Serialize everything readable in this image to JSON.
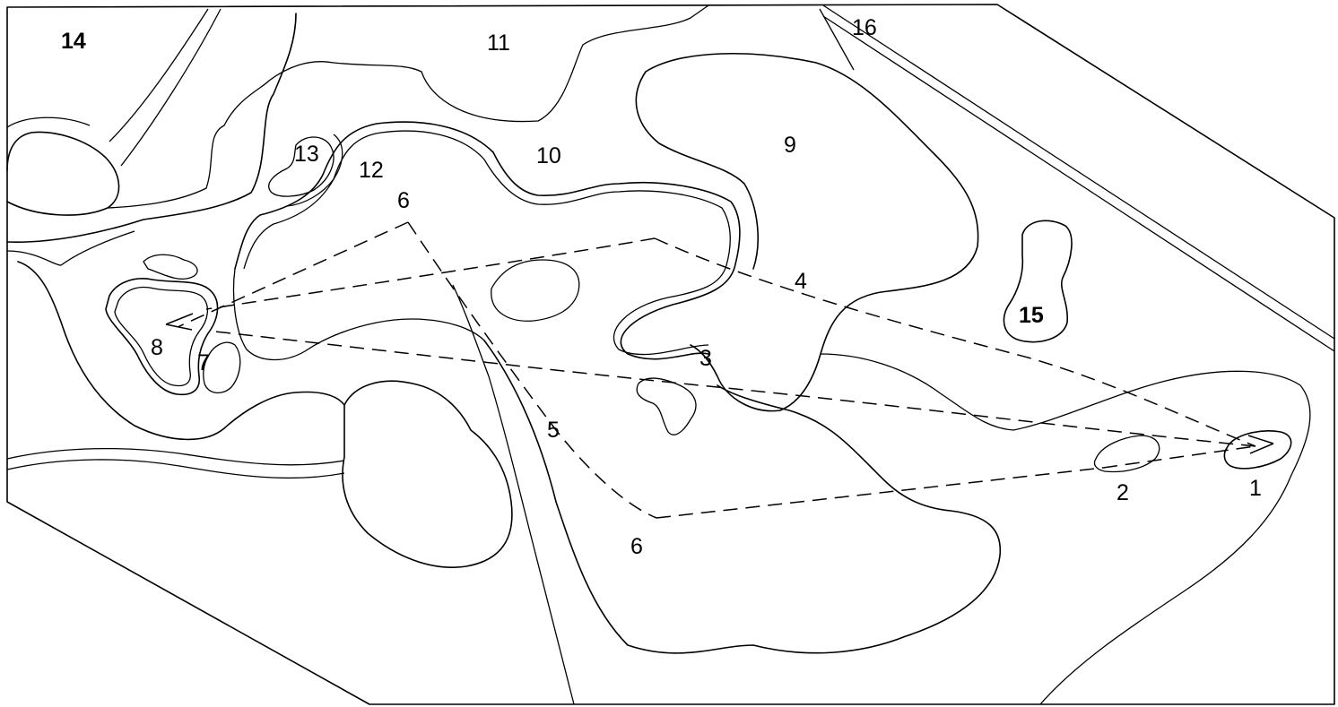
{
  "labels": {
    "l1": "1",
    "l2": "2",
    "l3": "3",
    "l4": "4",
    "l5": "5",
    "l6a": "6",
    "l6b": "6",
    "l7": "7",
    "l8": "8",
    "l9": "9",
    "l10": "10",
    "l11": "11",
    "l12": "12",
    "l13": "13",
    "l14": "14",
    "l15": "15",
    "l16": "16"
  }
}
